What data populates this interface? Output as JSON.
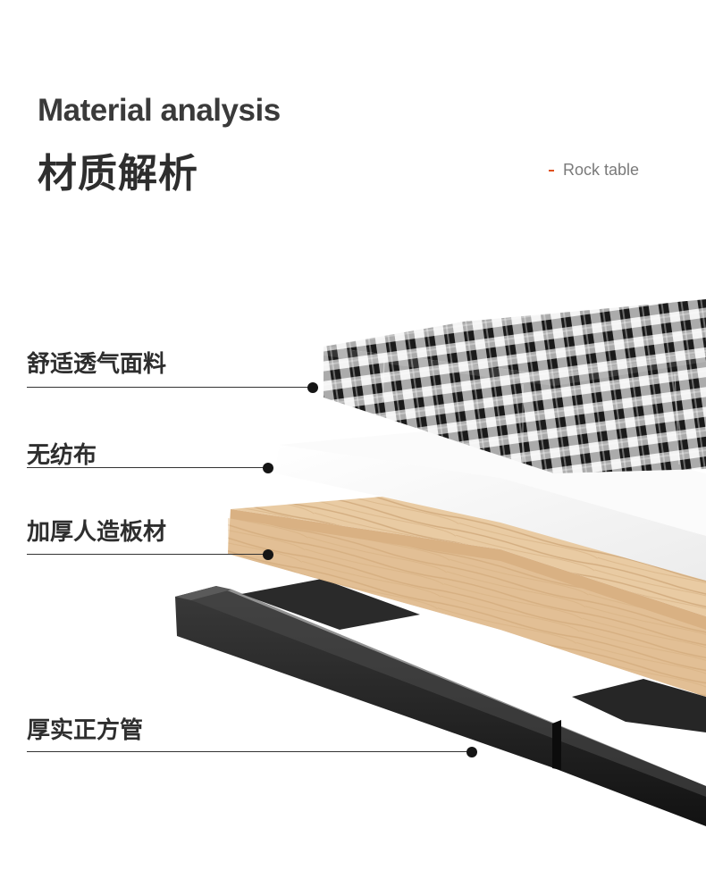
{
  "header": {
    "title_en": "Material analysis",
    "title_cn": "材质解析",
    "tag": "Rock table"
  },
  "layers": [
    {
      "label": "舒适透气面料"
    },
    {
      "label": "无纺布"
    },
    {
      "label": "加厚人造板材"
    },
    {
      "label": "厚实正方管"
    }
  ],
  "colors": {
    "accent": "#e0501e",
    "text": "#2e2e2e",
    "wood": "#e8c9a0",
    "frame": "#1e1e1e"
  }
}
